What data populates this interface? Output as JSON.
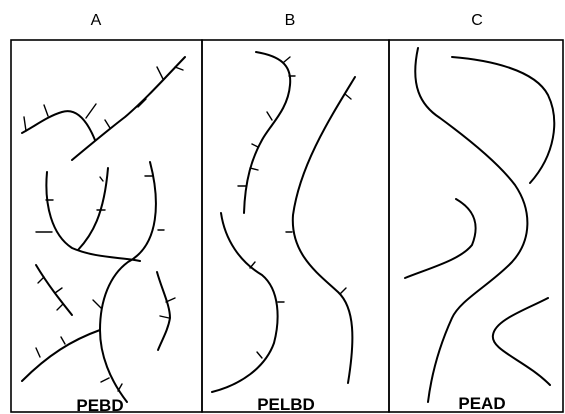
{
  "panels": [
    {
      "header": "A",
      "label": "PEBD"
    },
    {
      "header": "B",
      "label": "PELBD"
    },
    {
      "header": "C",
      "label": "PEAD"
    }
  ]
}
